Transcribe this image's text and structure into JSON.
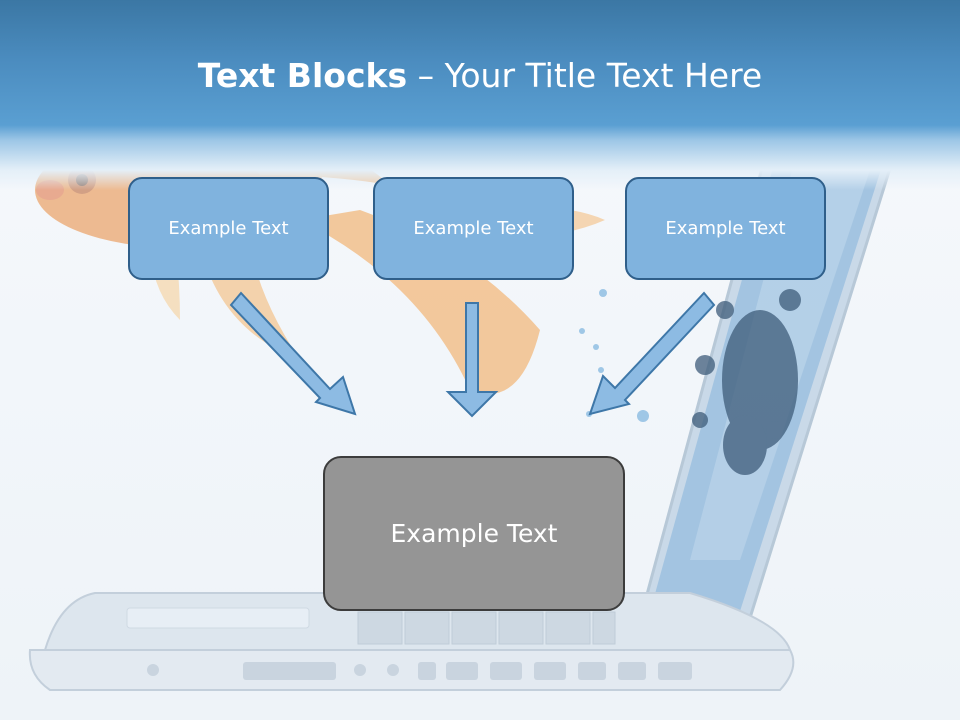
{
  "title": {
    "bold": "Text Blocks",
    "separator": " – ",
    "rest": "Your Title Text Here"
  },
  "blocks": {
    "top_left": "Example Text",
    "top_center": "Example Text",
    "top_right": "Example Text",
    "bottom": "Example Text"
  },
  "colors": {
    "header": "#4b8cbf",
    "box_fill": "#80b3de",
    "box_border": "#2f5f8a",
    "bottom_box_fill": "#959595",
    "arrow_fill": "#8dbbe3"
  },
  "icons": {
    "arrow_left": "arrow-diagonal-down-right-icon",
    "arrow_center": "arrow-down-icon",
    "arrow_right": "arrow-diagonal-down-left-icon"
  }
}
